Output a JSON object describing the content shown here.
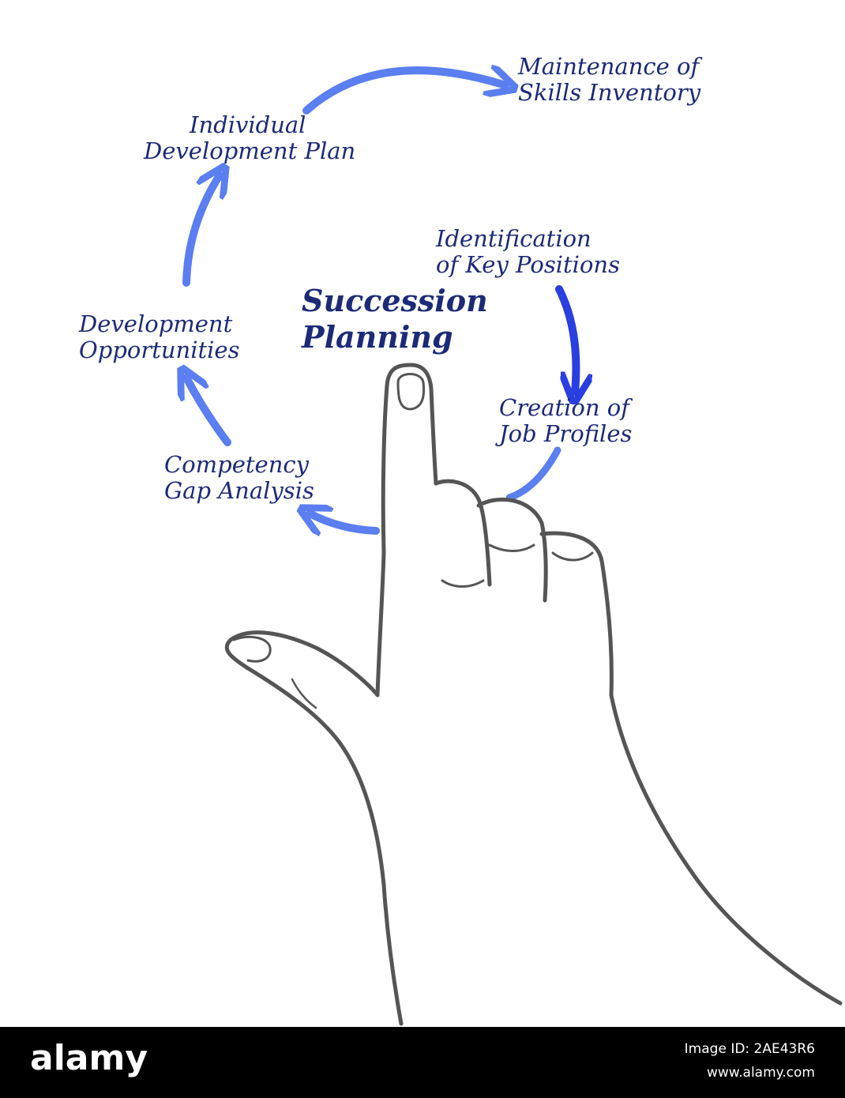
{
  "diagram": {
    "title_line1": "Succession",
    "title_line2": "Planning",
    "steps": [
      {
        "line1": "Identification",
        "line2": "of Key Positions"
      },
      {
        "line1": "Creation of",
        "line2": "Job Profiles"
      },
      {
        "line1": "Competency",
        "line2": "Gap Analysis"
      },
      {
        "line1": "Development",
        "line2": "Opportunities"
      },
      {
        "line1": "Individual",
        "line2": "Development Plan"
      },
      {
        "line1": "Maintenance of",
        "line2": "Skills Inventory"
      }
    ],
    "colors": {
      "text": "#1c2a78",
      "arrow_light": "#5b7ef0",
      "arrow_dark": "#2a3fe0",
      "hand_outline": "#444444"
    }
  },
  "footer": {
    "brand": "alamy",
    "image_id": "Image ID: 2AE43R6",
    "site": "www.alamy.com"
  }
}
